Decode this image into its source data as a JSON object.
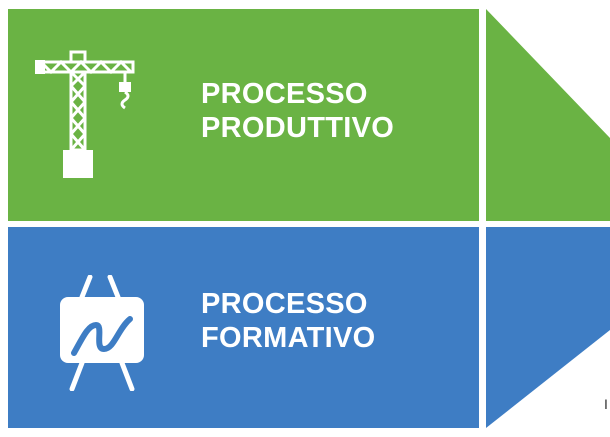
{
  "colors": {
    "green": "#6ab344",
    "blue": "#3e7dc4",
    "icon": "#ffffff",
    "background": "#ffffff"
  },
  "blocks": [
    {
      "id": "produttivo",
      "icon": "crane-icon",
      "lines": [
        "PROCESSO",
        "PRODUTTIVO"
      ]
    },
    {
      "id": "formativo",
      "icon": "easel-icon",
      "lines": [
        "PROCESSO",
        "FORMATIVO"
      ]
    }
  ],
  "edge_text": "I"
}
